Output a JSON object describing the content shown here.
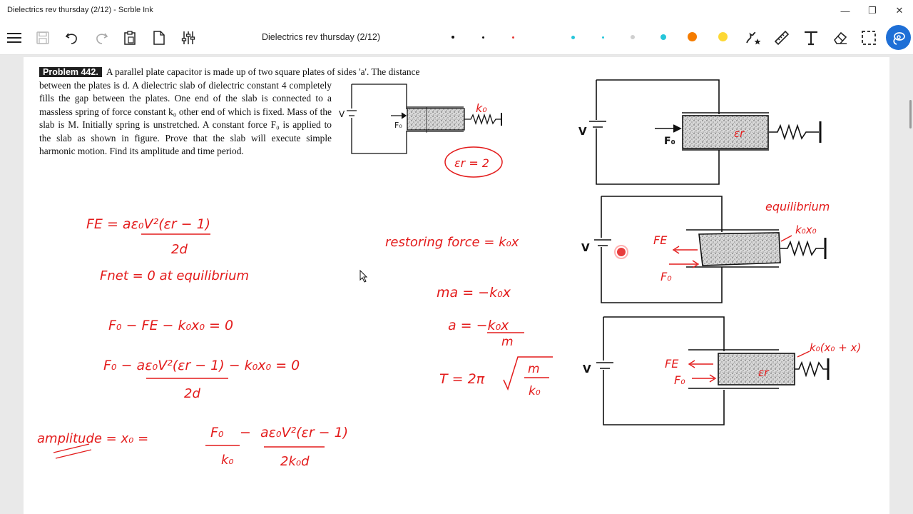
{
  "window": {
    "title": "Dielectrics rev thursday (2/12) - Scrble Ink",
    "controls": {
      "minimize": "—",
      "maximize": "❐",
      "close": "✕"
    }
  },
  "toolbar": {
    "doc_title": "Dielectrics rev thursday (2/12)",
    "pen_colors": [
      "#111111",
      "#111111",
      "#e53935",
      "#26c6da",
      "#26c6da",
      "#bdbdbd",
      "#26c6da",
      "#f57c00",
      "#fdd835"
    ],
    "accent": "#1e6fd6"
  },
  "problem": {
    "label": "Problem 442.",
    "first_line": "A parallel plate capacitor is made up of two square plates of sides 'a'. The distance",
    "body": "between the plates is d. A dielectric slab of dielectric constant 4 completely fills the gap between the plates. One end of the slab is connected to a massless spring of force constant k₀ other end of which is fixed. Mass of the slab is M. Initially spring is unstretched. A constant force F₀ is applied to the slab as shown in figure. Prove that the slab will execute simple harmonic motion. Find its amplitude and time period."
  },
  "figures": {
    "voltage": "V",
    "force": "F₀",
    "spring_constant": "k₀"
  },
  "handwriting": {
    "eps_note": "εr = 2",
    "fe_formula_num": "FE = aε₀V²(εr − 1)",
    "fe_formula_den": "2d",
    "fnet": "Fnet = 0 at equilibrium",
    "balance": "F₀ − FE − k₀x₀ = 0",
    "expand_num": "F₀ − aε₀V²(εr − 1) − k₀x₀ = 0",
    "expand_den": "2d",
    "amp_label": "amplitude = x₀ =",
    "amp_f0": "F₀",
    "amp_k0": "k₀",
    "amp_num2": "aε₀V²(εr − 1)",
    "amp_den2": "2k₀d",
    "restoring": "restoring force = k₀x",
    "ma": "ma = −k₀x",
    "a_num": "a = −k₀x",
    "a_den": "m",
    "T": "T = 2π",
    "T_num": "m",
    "T_den": "k₀",
    "equilibrium": "equilibrium",
    "fe": "FE",
    "f0": "F₀",
    "k0x0": "k₀x₀",
    "k0x0x": "k₀(x₀ + x)",
    "er": "εr"
  }
}
